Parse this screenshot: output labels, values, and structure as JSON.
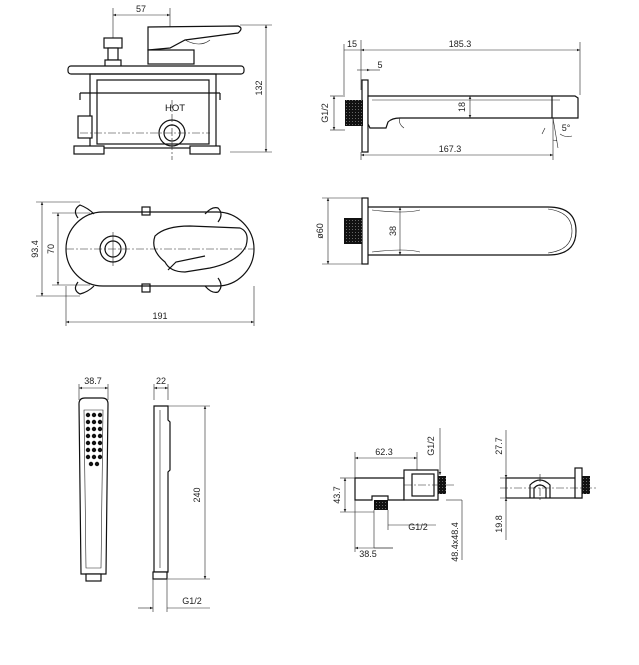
{
  "diagram": {
    "valve_side": {
      "dim_width": "57",
      "dim_height": "132",
      "label": "HOT"
    },
    "spout": {
      "dim_thread": "G1/2",
      "dim_wall": "15",
      "dim_gap": "5",
      "dim_length": "185.3",
      "dim_height": "18",
      "dim_reach": "167.3",
      "dim_angle": "5°"
    },
    "plate_front": {
      "dim_height_outer": "93.4",
      "dim_height_inner": "70",
      "dim_width": "191"
    },
    "spout_top": {
      "dim_rosette": "ø60",
      "dim_width": "38"
    },
    "hand_shower": {
      "dim_width": "38.7",
      "dim_depth": "22",
      "dim_length": "240",
      "dim_thread": "G1/2"
    },
    "outlet_elbow": {
      "dim_length": "62.3",
      "dim_thread_top": "G1/2",
      "dim_height": "43.7",
      "dim_thread_bottom": "G1/2",
      "dim_offset": "38.5",
      "dim_square": "48.4x48.4"
    },
    "holder": {
      "dim_top": "27.7",
      "dim_bottom": "19.8"
    }
  }
}
